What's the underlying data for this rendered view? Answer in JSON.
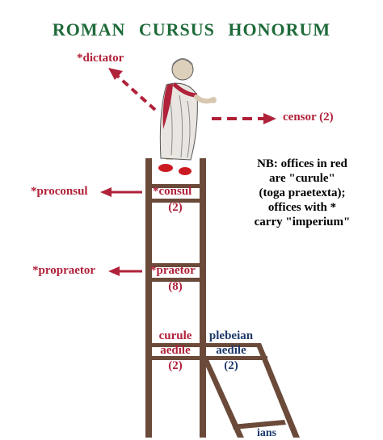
{
  "title": "ROMAN   CURSUS   HONORUM",
  "offices": {
    "dictator": "*dictator",
    "censor": "censor (2)",
    "proconsul": "*proconsul",
    "consul": "*consul",
    "consul_count": "(2)",
    "propraetor": "*propraetor",
    "praetor": "*praetor",
    "praetor_count": "(8)",
    "curule": "curule",
    "curule_aedile": "aedile",
    "curule_aedile_count": "(2)",
    "plebeian": "plebeian",
    "plebeian_aedile": "aedile",
    "plebeian_aedile_count": "(2)",
    "partial_bottom": "ians"
  },
  "note": {
    "line1": "NB: offices in red",
    "line2": "are \"curule\"",
    "line3": "(toga praetexta);",
    "line4": "offices with *",
    "line5": "carry \"imperium\""
  },
  "colors": {
    "title": "#1f6b3a",
    "curule_red": "#b0213a",
    "plebeian_blue": "#1e3a6b",
    "ladder_brown": "#6b4a3a"
  }
}
